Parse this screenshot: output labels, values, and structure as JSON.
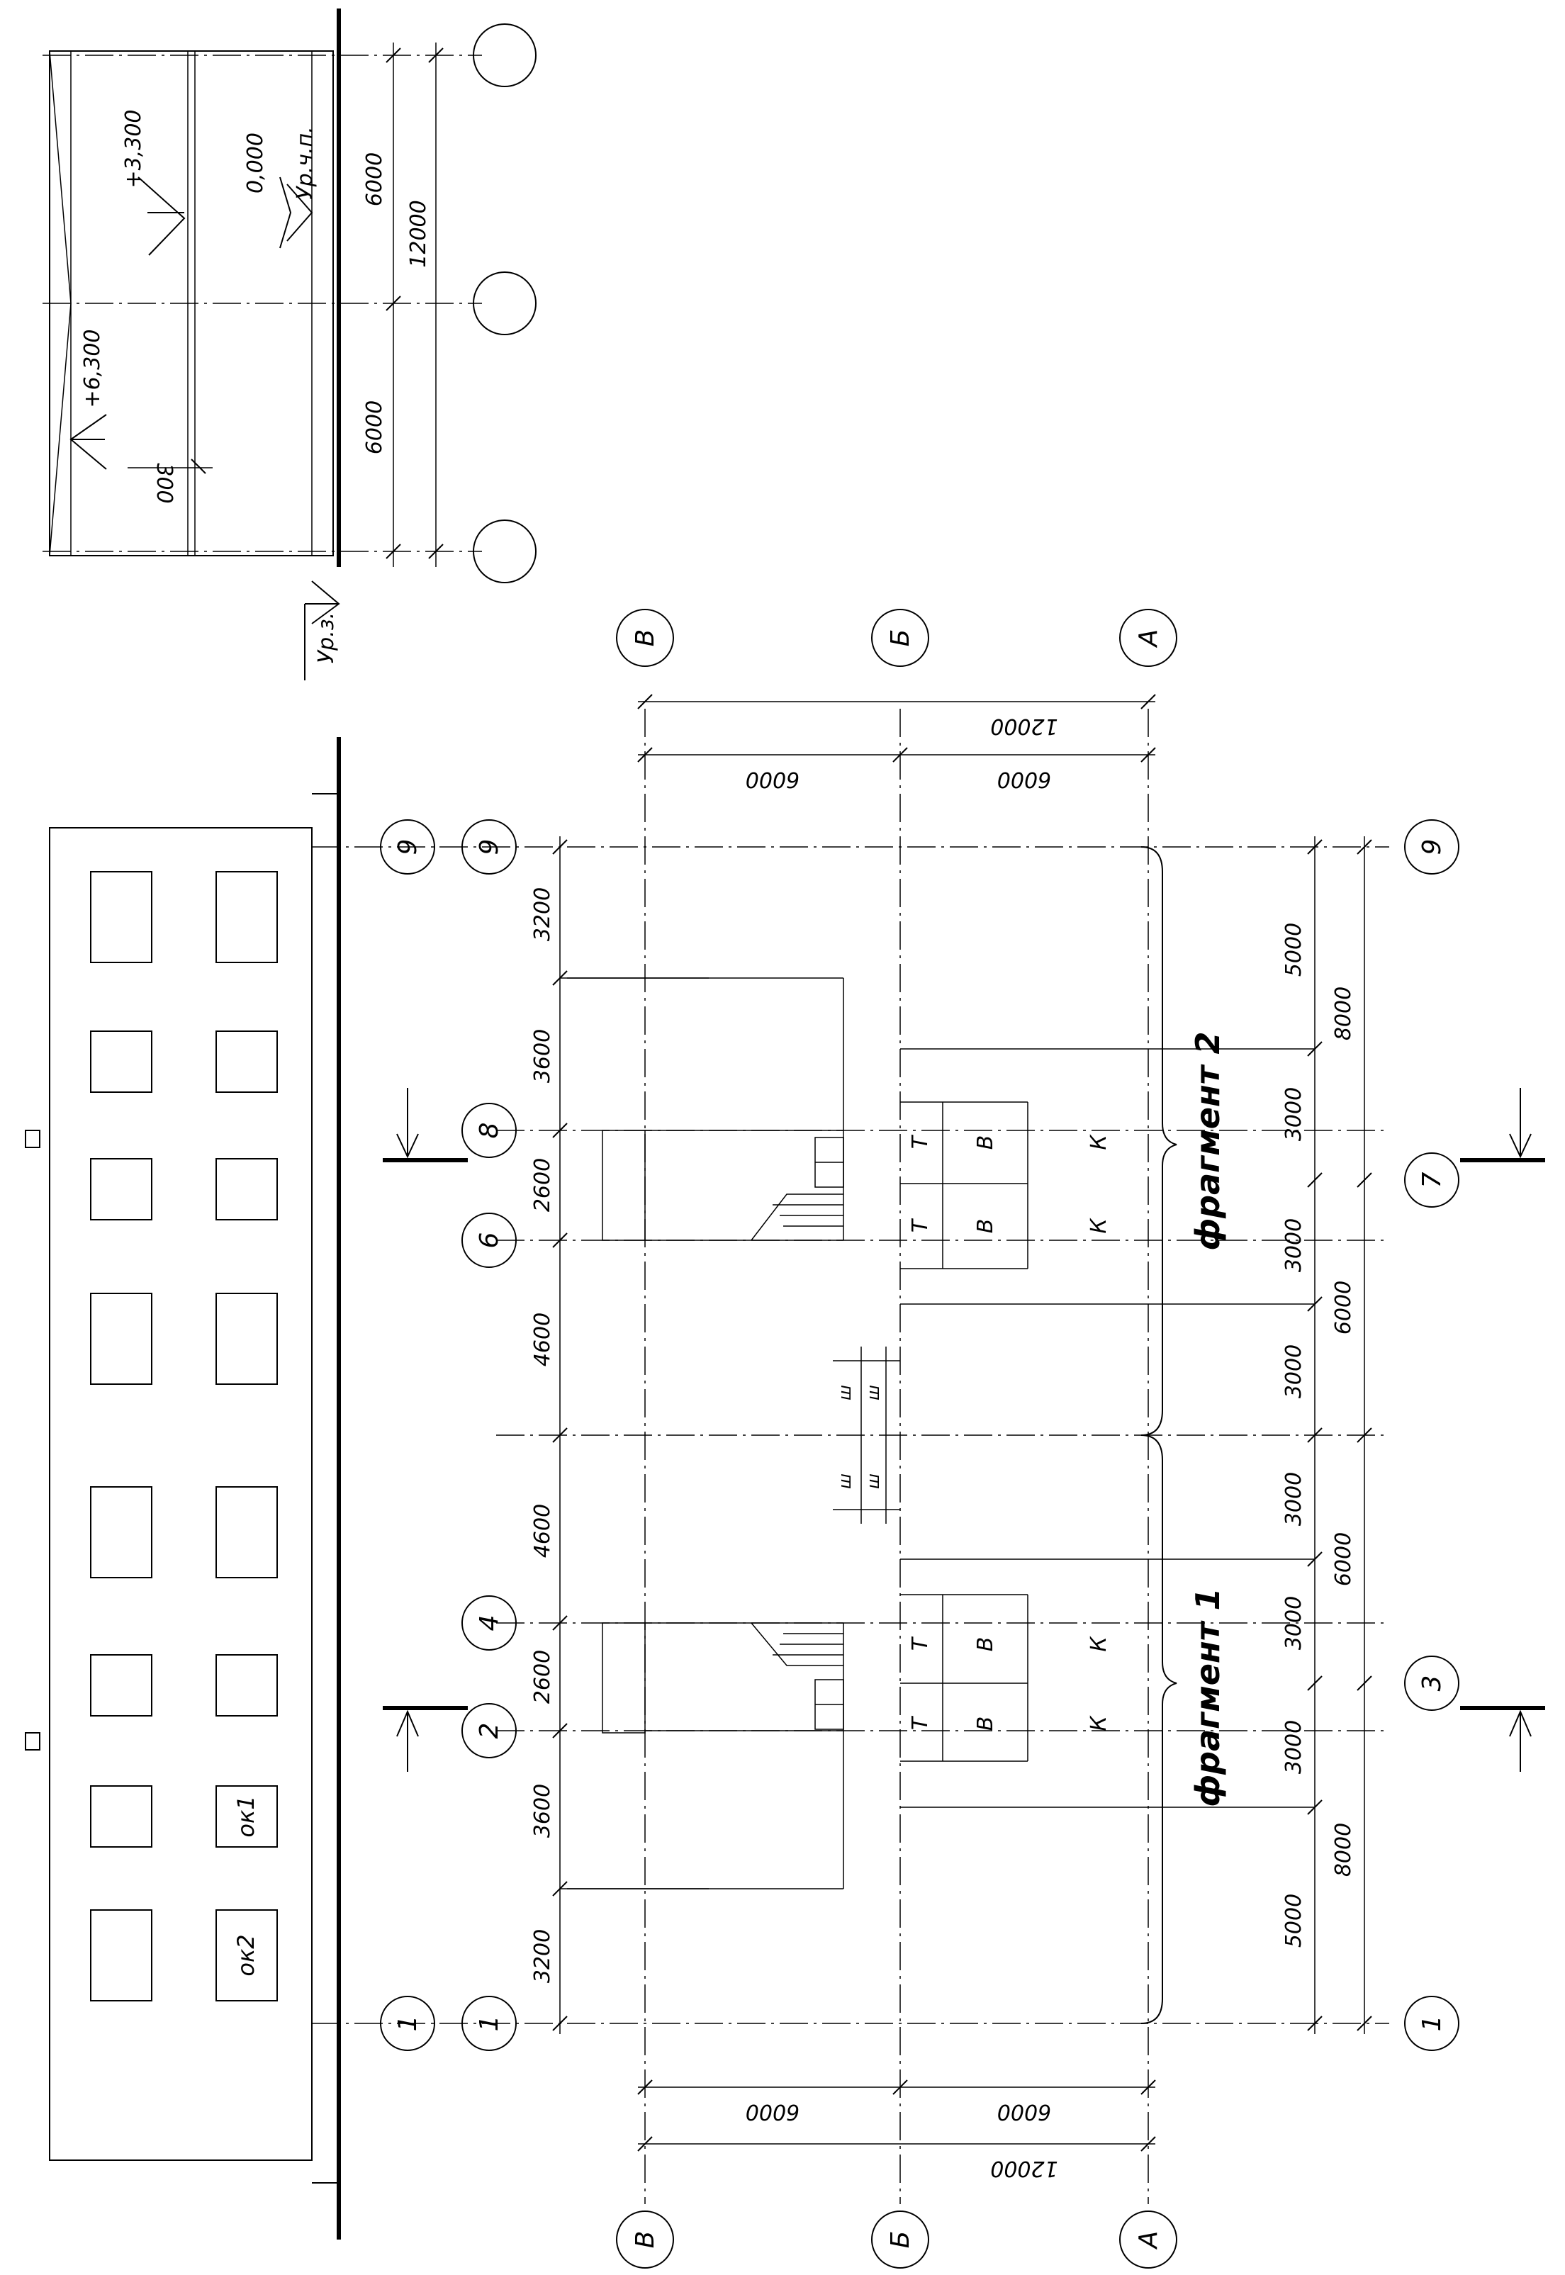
{
  "axes": {
    "letters": [
      "В",
      "Б",
      "А"
    ],
    "numbers": [
      "1",
      "2",
      "3",
      "4",
      "6",
      "7",
      "8",
      "9"
    ]
  },
  "dimensions": {
    "bay_6000": "6000",
    "total_12000": "12000",
    "dims_3200": "3200",
    "dims_3600": "3600",
    "dims_2600": "2600",
    "dims_4600": "4600",
    "dims_5000": "5000",
    "dims_3000": "3000",
    "dims_8000": "8000",
    "dims_300": "300"
  },
  "levels": {
    "plus_3300": "+3,300",
    "plus_6300": "+6,300",
    "zero": "0,000",
    "floor_level": "Ур.ч.п.",
    "ground_level": "Ур.з."
  },
  "windows": {
    "ok1": "ок1",
    "ok2": "ок2"
  },
  "fragments": {
    "f1": "фрагмент 1",
    "f2": "фрагмент 2"
  },
  "equipment": {
    "t": "Т",
    "v": "В",
    "k": "К",
    "sh": "ш"
  }
}
